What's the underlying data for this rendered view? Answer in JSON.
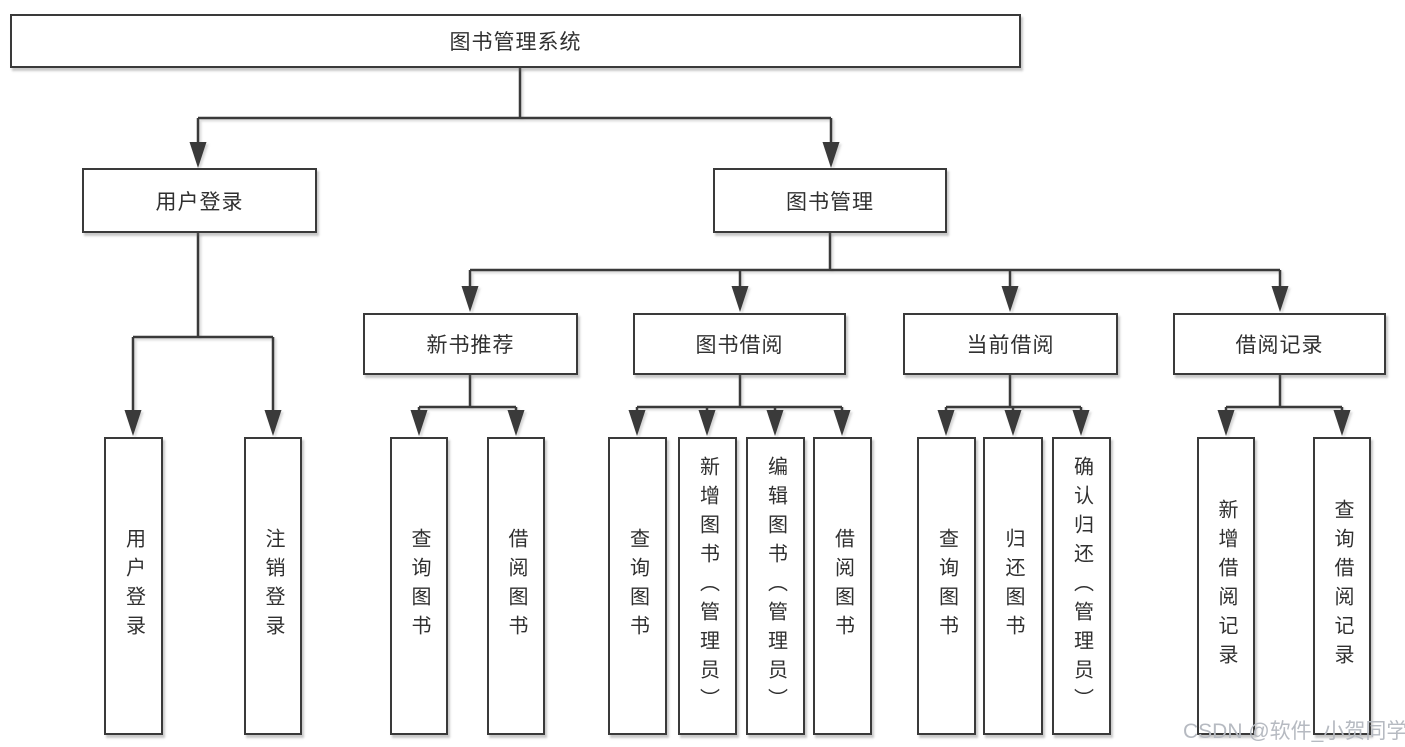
{
  "tree": {
    "root": {
      "label": "图书管理系统"
    },
    "branches": [
      {
        "label": "用户登录",
        "children": [
          {
            "label": "用户登录"
          },
          {
            "label": "注销登录"
          }
        ]
      },
      {
        "label": "图书管理",
        "children": [
          {
            "label": "新书推荐",
            "children": [
              {
                "label": "查询图书"
              },
              {
                "label": "借阅图书"
              }
            ]
          },
          {
            "label": "图书借阅",
            "children": [
              {
                "label": "查询图书"
              },
              {
                "label": "新增图书（管理员）"
              },
              {
                "label": "编辑图书（管理员）"
              },
              {
                "label": "借阅图书"
              }
            ]
          },
          {
            "label": "当前借阅",
            "children": [
              {
                "label": "查询图书"
              },
              {
                "label": "归还图书"
              },
              {
                "label": "确认归还（管理员）"
              }
            ]
          },
          {
            "label": "借阅记录",
            "children": [
              {
                "label": "新增借阅记录"
              },
              {
                "label": "查询借阅记录"
              }
            ]
          }
        ]
      }
    ]
  },
  "watermark": {
    "text": "CSDN @软件_小贺同学",
    "color": "#b6bac1"
  },
  "colors": {
    "line": "#3a3a3a",
    "border": "#3a3a3a",
    "text": "#303030",
    "background": "#ffffff"
  }
}
